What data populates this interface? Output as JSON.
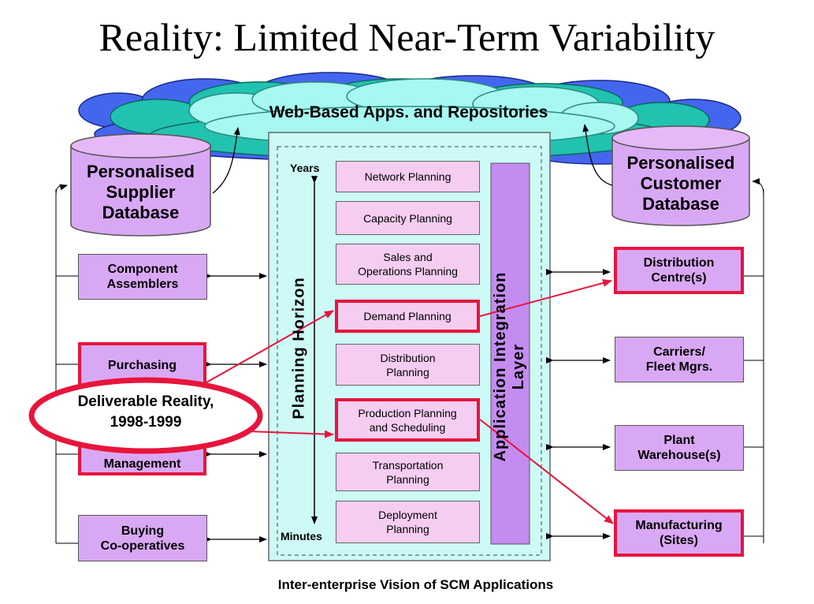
{
  "title": "Reality: Limited Near-Term Variability",
  "cloud_label": "Web-Based Apps. and Repositories",
  "supplier_db": "Personalised\nSupplier\nDatabase",
  "customer_db": "Personalised\nCustomer\nDatabase",
  "left_boxes": [
    {
      "label": "Component\nAssemblers",
      "highlighted": false
    },
    {
      "label": "Purchasing",
      "highlighted": true
    },
    {
      "label": "Order\nManagement",
      "highlighted": true
    },
    {
      "label": "Buying\nCo-operatives",
      "highlighted": false
    }
  ],
  "right_boxes": [
    {
      "label": "Distribution\nCentre(s)",
      "highlighted": true
    },
    {
      "label": "Carriers/\nFleet Mgrs.",
      "highlighted": false
    },
    {
      "label": "Plant\nWarehouse(s)",
      "highlighted": false
    },
    {
      "label": "Manufacturing\n(Sites)",
      "highlighted": true
    }
  ],
  "planning_boxes": [
    {
      "label": "Network Planning",
      "highlighted": false
    },
    {
      "label": "Capacity Planning",
      "highlighted": false
    },
    {
      "label": "Sales and\nOperations Planning",
      "highlighted": false
    },
    {
      "label": "Demand Planning",
      "highlighted": true
    },
    {
      "label": "Distribution\nPlanning",
      "highlighted": false
    },
    {
      "label": "Production Planning\nand Scheduling",
      "highlighted": true
    },
    {
      "label": "Transportation\nPlanning",
      "highlighted": false
    },
    {
      "label": "Deployment\nPlanning",
      "highlighted": false
    }
  ],
  "horizon": {
    "top": "Years",
    "bottom": "Minutes",
    "axis": "Planning Horizon"
  },
  "integration_layer": "Application Integration Layer",
  "callout": "Deliverable Reality,\n1998-1999",
  "caption": "Inter-enterprise Vision of SCM Applications",
  "colors": {
    "box_fill": "#d9a8f4",
    "planning_fill": "#f5cdf1",
    "panel_fill": "#cdfaf6",
    "layer_fill": "#c48cf0",
    "cloud_back": "#4466ee",
    "cloud_mid": "#22c2b0",
    "cloud_front": "#a6f8f0",
    "highlight": "#e8143c",
    "db_top": "#e6b8f8"
  }
}
